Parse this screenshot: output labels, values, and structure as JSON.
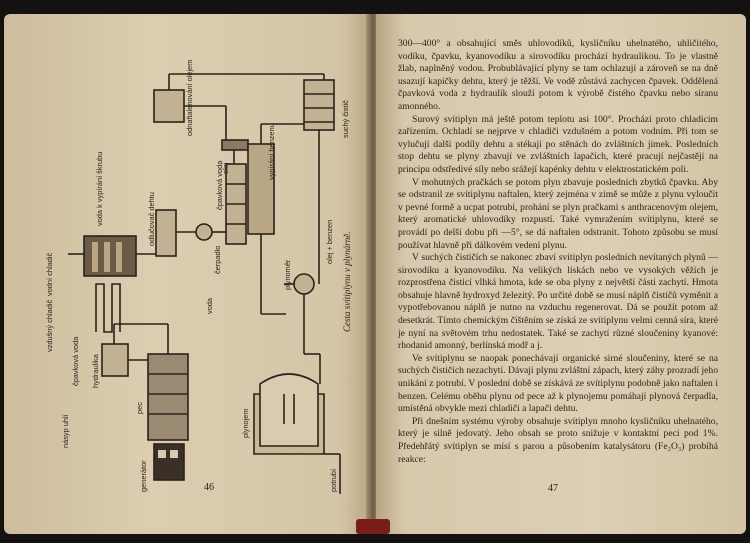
{
  "left_page": {
    "number": "46",
    "caption": "Cesta svítiplynu v plynárně.",
    "labels": {
      "generator": "generátor",
      "nasyp_uhli": "násyp uhlí",
      "pec": "pec",
      "hydraulika": "hydraulika",
      "cpavkova_voda_1": "čpavková voda",
      "vzdusny_chladic": "vzdušný chladič",
      "vodni_chladic": "vodní chladič",
      "voda_1": "voda",
      "odlucovac_dehtu": "odlučovač dehtu",
      "cerpadlo": "čerpadlo",
      "cpavkova_voda_2": "čpavková voda",
      "voda_shora": "voda k vypírání škrubu",
      "odnaftalenovani_olejem": "odnaftalenování olejem",
      "olej": "olej",
      "vypirani_benzenu": "vypírání benzenu",
      "suchy_cistic": "suchý čistič",
      "olej_benzen": "olej + benzen",
      "plynomer": "plynoměr",
      "plynojem": "plynojem",
      "potrubi": "potrubí"
    }
  },
  "right_page": {
    "number": "47",
    "paragraphs": [
      "300—400° a obsahující směs uhlovodíků, kysličníku uhelnatého, uhličitého, vodíku, čpavku, kyanovodíku a sirovodíku prochází hydraulikou. To je vlastně žlab, naplněný vodou. Probublávající plyny se tam ochlazují a zároveň se na dně usazují kapičky dehtu, který je těžší. Ve vodě zůstává zachycen čpavek. Oddělená čpavková voda z hydraulik slouží potom k výrobě čistého čpavku nebo síranu amonného.",
      "Surový svítiplyn má ještě potom teplotu asi 100°. Prochází proto chladicím zařízením. Ochladí se nejprve v chladiči vzdušném a potom vodním. Při tom se vylučují další podíly dehtu a stékají po stěnách do zvláštních jímek. Posledních stop dehtu se plyny zbavují ve zvláštních lapačích, které pracují nejčastěji na principu odstředivé síly nebo srážejí kapénky dehtu v elektrostatickém poli.",
      "V mohutných pračkách se potom plyn zbavuje posledních zbytků čpavku. Aby se odstranil ze svítiplynu naftalen, který zejména v zimě se může z plynu vyloučit v pevné formě a ucpat potrubí, prohání se plyn pračkami s anthracenovým olejem, který aromatické uhlovodíky rozpustí. Také vymražením svítiplynu, které se provádí po delší dobu při —5°, se dá naftalen odstranit. Tohoto způsobu se musí používat hlavně při dálkovém vedení plynu.",
      "V suchých čističích se nakonec zbaví svítiplyn posledních nevítaných plynů — sirovodíku a kyanovodíku. Na velikých lískách nebo ve vysokých věžích je rozprostřena čisticí vlhká hmota, kde se oba plyny z největší části zachytí. Hmota obsahuje hlavně hydroxyd železitý. Po určité době se musí náplň čističů vyměnit a vypotřebovanou náplň je nutno na vzduchu regenerovat. Dá se použít potom až desetkrát. Tímto chemickým čištěním se získá ze svítiplynu velmi cenná síra, které je nyní na světovém trhu nedostatek. Také se zachytí různé sloučeniny kyanové: rhodanid amonný, berlínská modř a j.",
      "Ve svítiplynu se naopak ponechávají organické sirné sloučeniny, které se na suchých čističích nezachytí. Dávají plynu zvláštní zápach, který záhy prozradí jeho unikání z potrubí. V poslední době se získává ze svítiplynu podobně jako naftalen i benzen. Celému oběhu plynu od pece až k plynojemu pomáhají plynová čerpadla, umístěná obvykle mezi chladiči a lapači dehtu.",
      "Při dnešním systému výroby obsahuje svítiplyn mnoho kysličníku uhelnatého, který je silně jedovatý. Jeho obsah se proto snižuje v kontaktní peci pod 1%. Předehřátý svítiplyn se mísí s parou a působením katalysátoru (Fe₂O₃) probíhá reakce:"
    ]
  },
  "colors": {
    "paper": "#d9cbb0",
    "ink": "#2a221a",
    "binding": "#7a1c1a"
  }
}
